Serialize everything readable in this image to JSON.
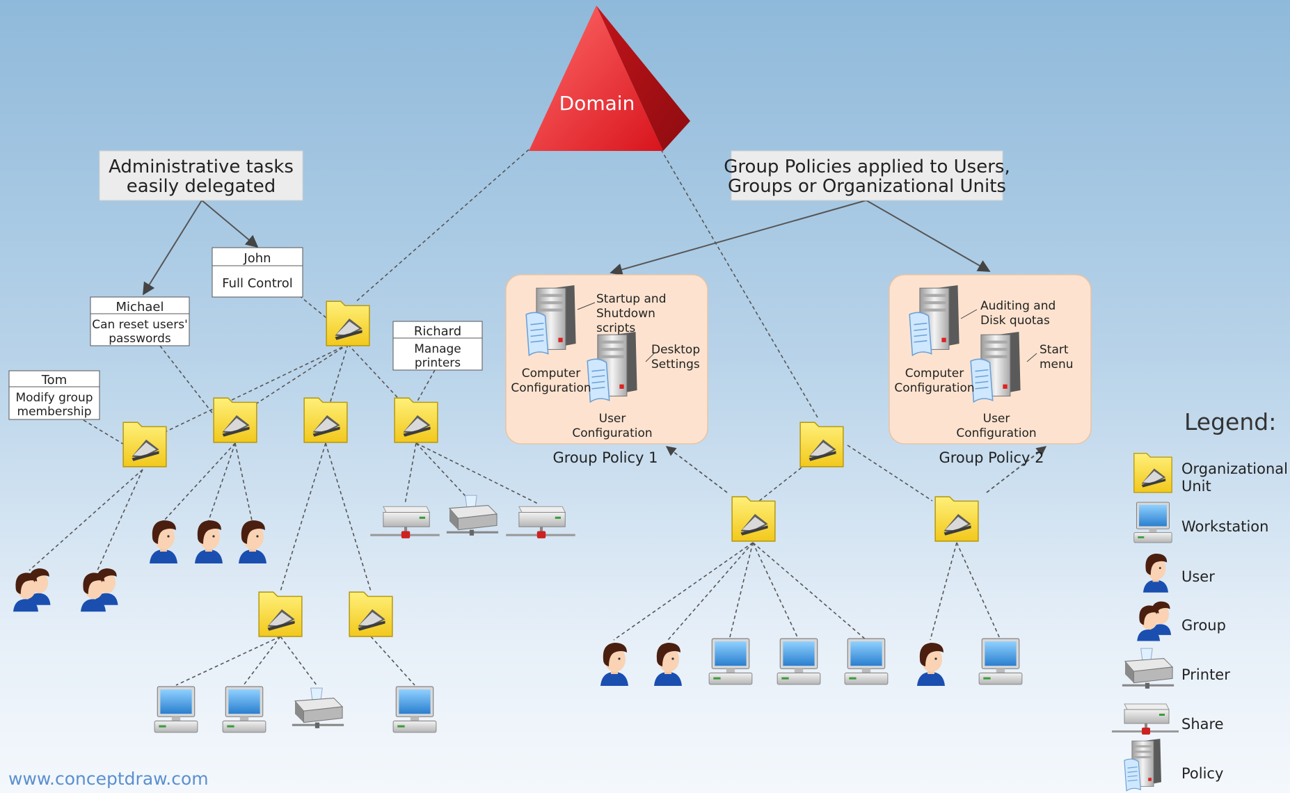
{
  "domain_label": "Domain",
  "callouts": {
    "admin": [
      "Administrative tasks",
      "easily delegated"
    ],
    "policies": [
      "Group Policies applied to Users,",
      "Groups or Organizational Units"
    ]
  },
  "admins": [
    {
      "name": "John",
      "task": [
        "Full Control"
      ]
    },
    {
      "name": "Michael",
      "task": [
        "Can reset users'",
        "passwords"
      ]
    },
    {
      "name": "Richard",
      "task": [
        "Manage",
        "printers"
      ]
    },
    {
      "name": "Tom",
      "task": [
        "Modify group",
        "membership"
      ]
    }
  ],
  "group_policies": [
    {
      "title": "Group Policy 1",
      "top_note": [
        "Startup and",
        "Shutdown",
        "scripts"
      ],
      "side_note": [
        "Desktop",
        "Settings"
      ],
      "computer_config": [
        "Computer",
        "Configuration"
      ],
      "user_config": [
        "User",
        "Configuration"
      ]
    },
    {
      "title": "Group Policy 2",
      "top_note": [
        "Auditing and",
        "Disk quotas"
      ],
      "side_note": [
        "Start",
        "menu"
      ],
      "computer_config": [
        "Computer",
        "Configuration"
      ],
      "user_config": [
        "User",
        "Configuration"
      ]
    }
  ],
  "legend": {
    "title": "Legend:",
    "items": [
      {
        "icon": "folder-icon",
        "label": [
          "Organizational",
          "Unit"
        ]
      },
      {
        "icon": "workstation-icon",
        "label": [
          "Workstation"
        ]
      },
      {
        "icon": "user-icon",
        "label": [
          "User"
        ]
      },
      {
        "icon": "group-icon",
        "label": [
          "Group"
        ]
      },
      {
        "icon": "printer-icon",
        "label": [
          "Printer"
        ]
      },
      {
        "icon": "share-icon",
        "label": [
          "Share"
        ]
      },
      {
        "icon": "policy-icon",
        "label": [
          "Policy"
        ]
      }
    ]
  },
  "footer_url": "www.conceptdraw.com",
  "colors": {
    "domain": "#e3262d",
    "folder": "#f7dc3c",
    "policy_box": "#fde3cf",
    "callout": "#ececec",
    "connector": "#444444"
  }
}
